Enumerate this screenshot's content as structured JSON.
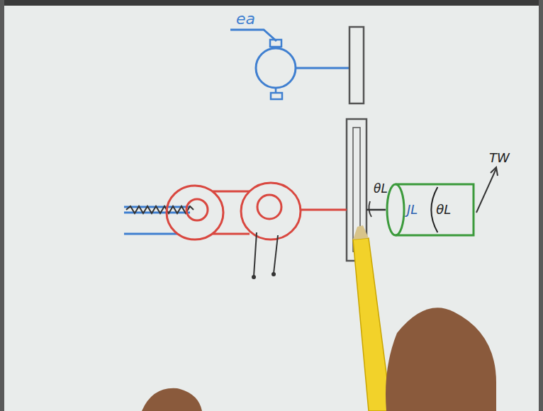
{
  "diagram": {
    "nodes": [
      {
        "text": [
          "JL",
          "θL"
        ]
      }
    ],
    "labels": [
      "ea",
      "θL",
      "TW"
    ]
  }
}
